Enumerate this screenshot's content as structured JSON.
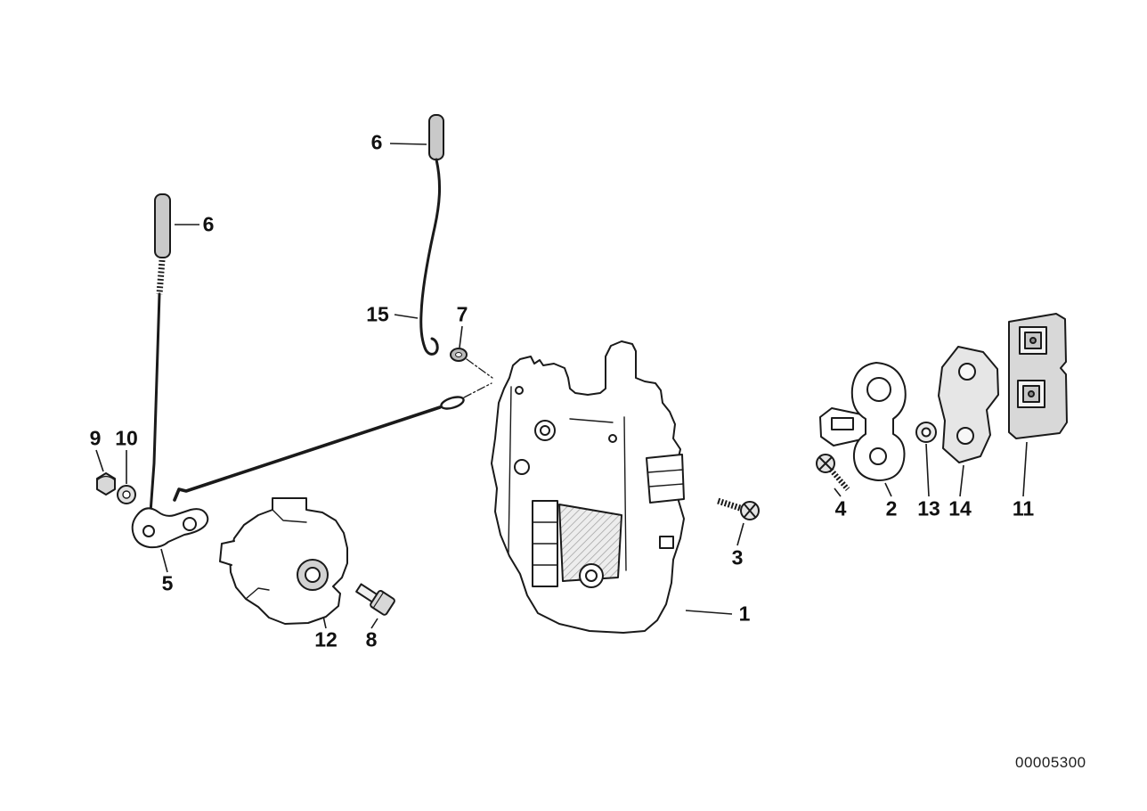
{
  "diagram": {
    "drawing_number": "00005300",
    "labels": [
      "6",
      "6",
      "15",
      "7",
      "9",
      "10",
      "5",
      "12",
      "8",
      "3",
      "1",
      "4",
      "2",
      "13",
      "14",
      "11"
    ]
  }
}
